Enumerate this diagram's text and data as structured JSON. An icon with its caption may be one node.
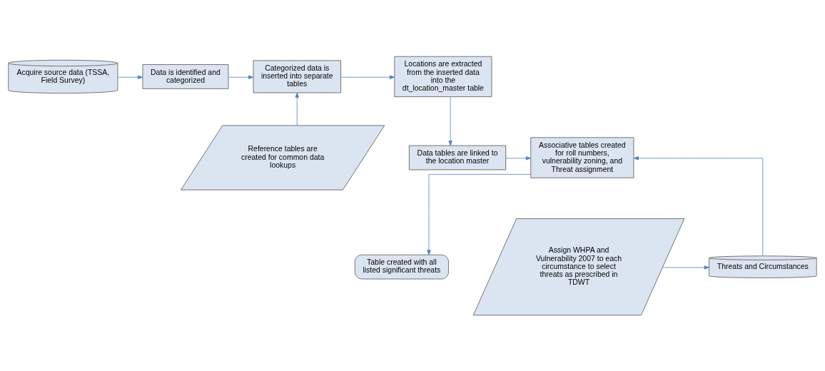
{
  "diagram": {
    "nodes": [
      {
        "text": [
          "Acquire source data (TSSA, Field Survey)"
        ]
      },
      {
        "text": [
          "Data is identified and categorized"
        ]
      },
      {
        "text": [
          "Categorized data is inserted into separate tables"
        ]
      },
      {
        "text": [
          "Locations are extracted from the inserted data into the dt_location_master table"
        ]
      },
      {
        "text": [
          "Reference tables are created for common data lookups"
        ]
      },
      {
        "text": [
          "Associative tables created for roll numbers, vulnerability zoning, and Threat assignment"
        ]
      },
      {
        "text": [
          "Data tables are linked to the location master"
        ]
      },
      {
        "text": [
          "Table created with all listed significant threats"
        ]
      },
      {
        "text": [
          "Assign WHPA and Vulnerability 2007 to each circumstance to select threats as prescribed in TDWT"
        ]
      },
      {
        "text": [
          "Threats and Circumstances"
        ]
      }
    ],
    "edges": [
      {
        "from": 0,
        "to": 1,
        "arrow": "to"
      },
      {
        "from": 1,
        "to": 2,
        "arrow": "to"
      },
      {
        "from": 2,
        "to": 3,
        "arrow": "to"
      },
      {
        "from": 4,
        "to": 2,
        "arrow": "to"
      },
      {
        "from": 3,
        "to": 6,
        "arrow": "to"
      },
      {
        "from": 6,
        "to": 5,
        "arrow": "to"
      },
      {
        "from": 9,
        "to": 5,
        "arrow": "to"
      },
      {
        "from": 5,
        "to": 7,
        "arrow": "to"
      },
      {
        "from": 8,
        "to": 9,
        "arrow": "to"
      }
    ]
  }
}
